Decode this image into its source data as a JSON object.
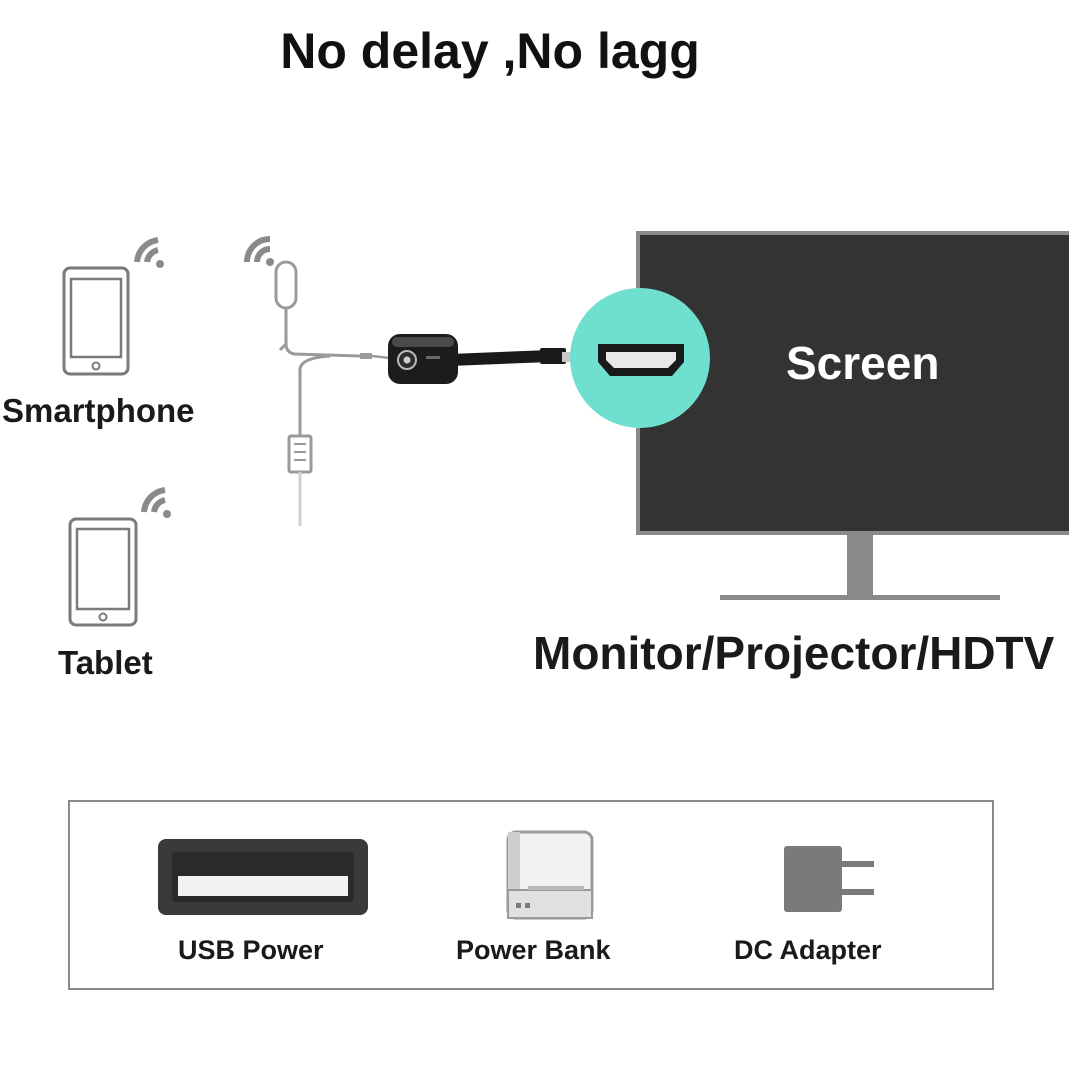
{
  "headline": "No delay ,No lagg",
  "devices": {
    "smartphone": "Smartphone",
    "tablet": "Tablet"
  },
  "display": {
    "screen_label": "Screen",
    "caption": "Monitor/Projector/HDTV"
  },
  "power_options": {
    "usb": "USB Power",
    "bank": "Power Bank",
    "dc": "DC Adapter"
  },
  "colors": {
    "hdmi_badge": "#6fe0d0",
    "screen": "#333333",
    "frame": "#8a8a8a"
  }
}
